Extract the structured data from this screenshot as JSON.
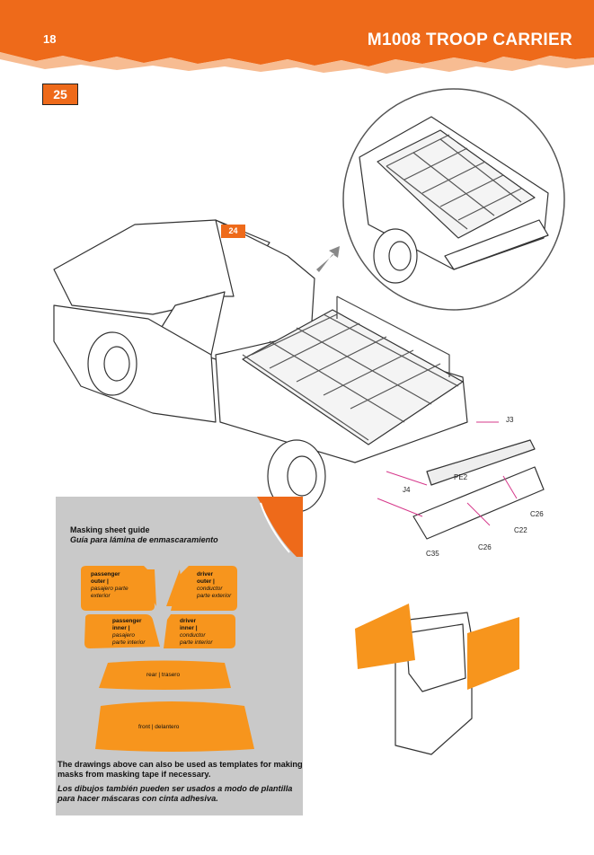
{
  "header": {
    "page_number": "18",
    "title": "M1008 TROOP CARRIER",
    "color": "#ee6a1a"
  },
  "step": {
    "number": "25"
  },
  "reference_step": {
    "number": "24"
  },
  "parts": [
    "J3",
    "PE2",
    "J4",
    "C26",
    "C22",
    "C26",
    "C35"
  ],
  "masking": {
    "title": "Masking sheet guide",
    "subtitle": "Guía para lámina de enmascaramiento",
    "shapes": {
      "passenger_outer": {
        "line1": "passenger",
        "line2": "outer |",
        "line3": "pasajero parte",
        "line4": "exterior"
      },
      "driver_outer": {
        "line1": "driver",
        "line2": "outer |",
        "line3": "conductor",
        "line4": "parte exterior"
      },
      "passenger_inner": {
        "line1": "passenger",
        "line2": "inner |",
        "line3": "pasajero",
        "line4": "parte interior"
      },
      "driver_inner": {
        "line1": "driver",
        "line2": "inner |",
        "line3": "conductor",
        "line4": "parte interior"
      },
      "rear": "rear | trasero",
      "front": "front | delantero"
    },
    "note_en": "The drawings above can also be used as templates for making masks from masking tape if necessary.",
    "note_es": "Los dibujos también pueden ser usados a modo de plantilla para hacer máscaras con cinta adhesiva."
  }
}
